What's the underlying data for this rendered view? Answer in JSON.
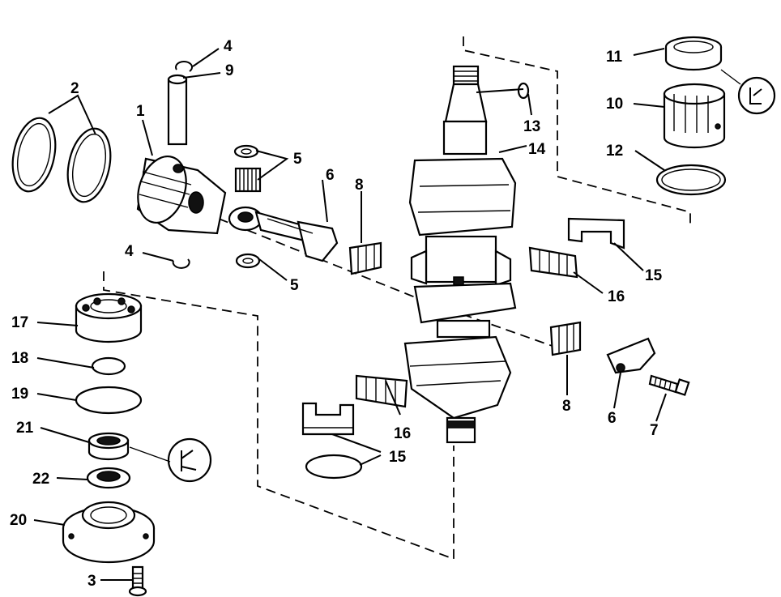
{
  "callouts": {
    "c1": "1",
    "c2": "2",
    "c3": "3",
    "c4a": "4",
    "c4b": "4",
    "c5a": "5",
    "c5b": "5",
    "c6a": "6",
    "c6b": "6",
    "c7": "7",
    "c8a": "8",
    "c8b": "8",
    "c9": "9",
    "c10": "10",
    "c11": "11",
    "c12": "12",
    "c13": "13",
    "c14": "14",
    "c15a": "15",
    "c15b": "15",
    "c16a": "16",
    "c16b": "16",
    "c17": "17",
    "c18": "18",
    "c19": "19",
    "c20": "20",
    "c21": "21",
    "c22": "22"
  }
}
